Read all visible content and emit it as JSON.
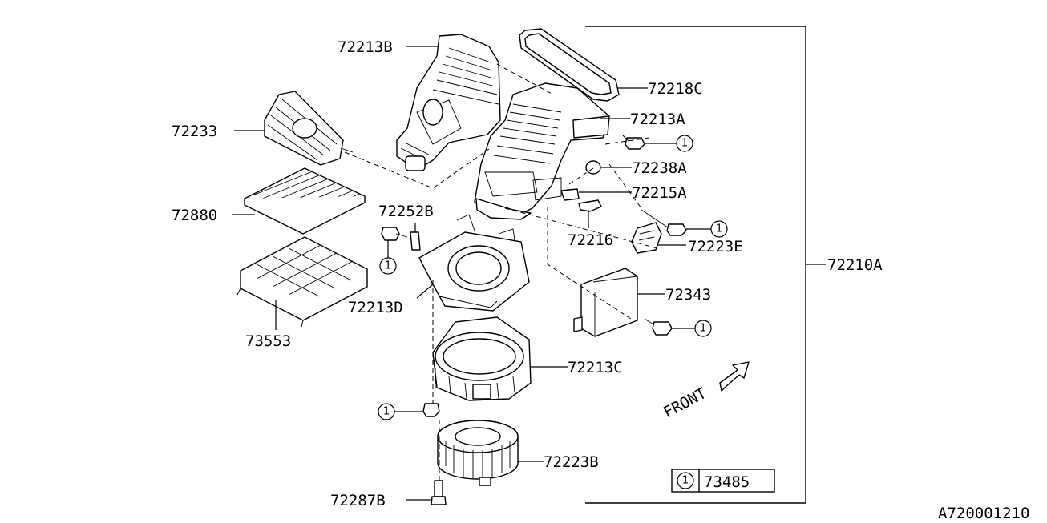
{
  "labels": {
    "p72213B": "72213B",
    "p72218C": "72218C",
    "p72213A": "72213A",
    "p72233": "72233",
    "p72238A": "72238A",
    "p72215A": "72215A",
    "p72252B": "72252B",
    "p72880": "72880",
    "p72216": "72216",
    "p72223E": "72223E",
    "p72210A": "72210A",
    "p72213D": "72213D",
    "p72343": "72343",
    "p73553": "73553",
    "p72213C": "72213C",
    "p72223B": "72223B",
    "p72287B": "72287B"
  },
  "callout_number": "1",
  "legend": {
    "key": "1",
    "part": "73485"
  },
  "front_label": "FRONT",
  "diagram_code": "A720001210"
}
